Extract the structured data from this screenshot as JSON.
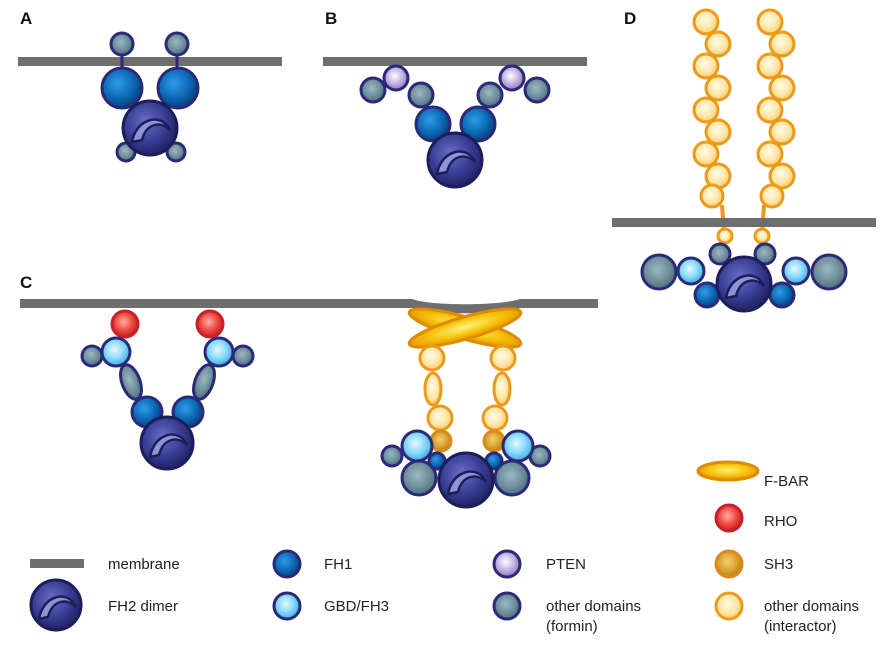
{
  "panels": {
    "a": "A",
    "b": "B",
    "c": "C",
    "d": "D"
  },
  "legend": {
    "membrane": "membrane",
    "fh2_dimer": "FH2 dimer",
    "fh1": "FH1",
    "gbd_fh3": "GBD/FH3",
    "pten": "PTEN",
    "other_formin_1": "other domains",
    "other_formin_2": "(formin)",
    "fbar": "F-BAR",
    "rho": "RHO",
    "sh3": "SH3",
    "other_interactor_1": "other domains",
    "other_interactor_2": "(interactor)"
  },
  "colors": {
    "membrane": "#6e6e6e",
    "fh2": "#2b2f7a",
    "fh1": "#0a5fa6",
    "gbd_fh3": "#7fd4f7",
    "pten": "#b9a6dc",
    "other_formin": "#6d8f9c",
    "fbar": "#f2b705",
    "rho": "#e03a3a",
    "sh3": "#d79a2a",
    "other_interactor": "#fde6a0"
  }
}
